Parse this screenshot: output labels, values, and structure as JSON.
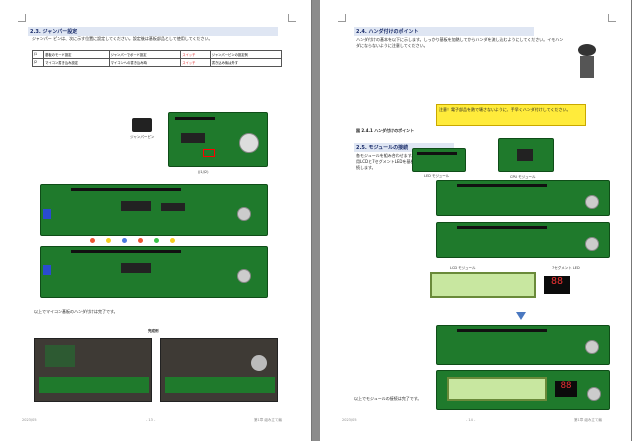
{
  "left_page": {
    "section": "2.3. ジャンパー設定",
    "intro": "ジャンパー ピンは、次に示す位置に設定してください。設定後は基板部品として使用してください。",
    "table": [
      [
        "J1",
        "基板のモード設定",
        "ジャンパーでボード設定",
        "スイッチ",
        "ジャンパーピンの設定例"
      ],
      [
        "J2",
        "マイコン書き込み設定",
        "マイコンへの書き込み時",
        "スイッチ",
        "書き込み後は外す"
      ]
    ],
    "jumper_label": "ジャンパーピン",
    "pin_label": "(J1/J2)",
    "note": "以上でマイコン基板のハンダ付けは完了です。",
    "photos_caption": "完成例",
    "footer_left": "2023/05",
    "footer_center": "- 13 -",
    "footer_right": "第1章 組み立て編"
  },
  "right_page": {
    "section": "2.4. ハンダ付けのポイント",
    "body": "ハンダ付けの基本を以下に示します。しっかり基板を加熱してからハンダを流し込むようにしてください。イモハンダにならないように注意してください。",
    "warning": "注意！電子部品を熱で壊さないように、手早くハンダ付けしてください。",
    "ref": "図 2.4.1 ハンダ付けのポイント",
    "section2": "2.5. モジュールの接続",
    "body2": "各モジュールを組み合わせます。表示用LCDと7セグメントLEDを基板に接続します。",
    "label_led": "LED モジュール",
    "label_cpu": "CPU モジュール",
    "label_lcd": "LCD モジュール",
    "label_7seg": "7セグメント LED",
    "seg_value": "88",
    "note": "以上でモジュールの接続は完了です。",
    "footer_left": "2023/05",
    "footer_center": "- 14 -",
    "footer_right": "第1章 組み立て編"
  }
}
